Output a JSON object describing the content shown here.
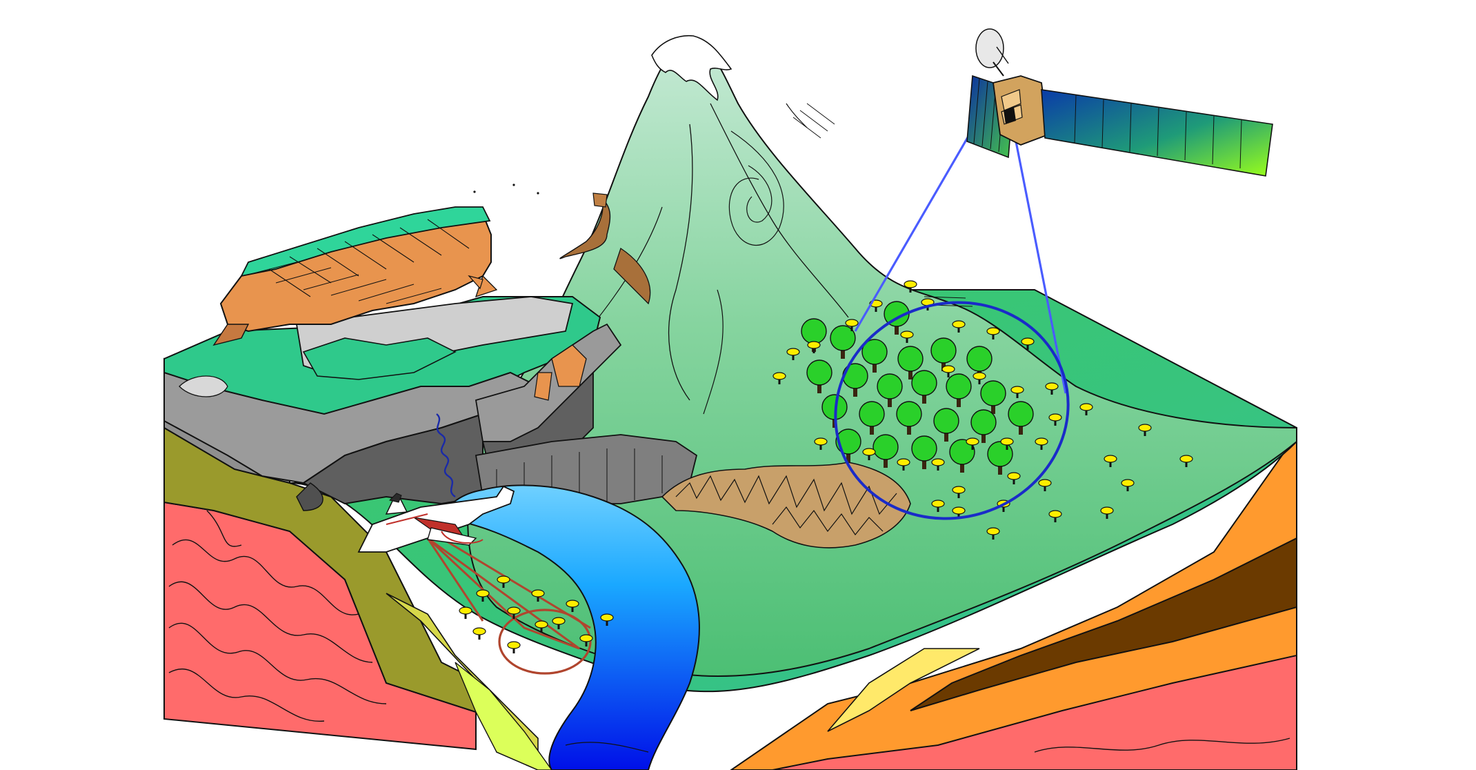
{
  "diagram": {
    "kind": "geological block diagram with remote sensing platforms",
    "labels": [],
    "colors": {
      "background": "#ffffff",
      "meadow": "#3cc878",
      "mountain_top": "#bfe8cf",
      "river_dark": "#0a1ae8",
      "river_light": "#1fb4ff",
      "rock_red": "#ff6b6b",
      "olive_layer": "#9a9a2c",
      "orange_layer": "#ff9a2e",
      "coal_seam": "#6b3a00",
      "cliff_grey": "#8f8f8f",
      "mesa_orange": "#e8944e",
      "satellite_beam": "#4a5cff",
      "aircraft_beam": "#b0452e",
      "tree_canopy": "#2ad02a",
      "sensor_marker": "#ffee00"
    },
    "objects": [
      "satellite-icon",
      "airplane-icon",
      "snowcap",
      "river",
      "forest",
      "sensor-markers",
      "satellite-footprint",
      "aircraft-footprint",
      "badlands",
      "mesa-cliffs",
      "strata-layers"
    ]
  }
}
